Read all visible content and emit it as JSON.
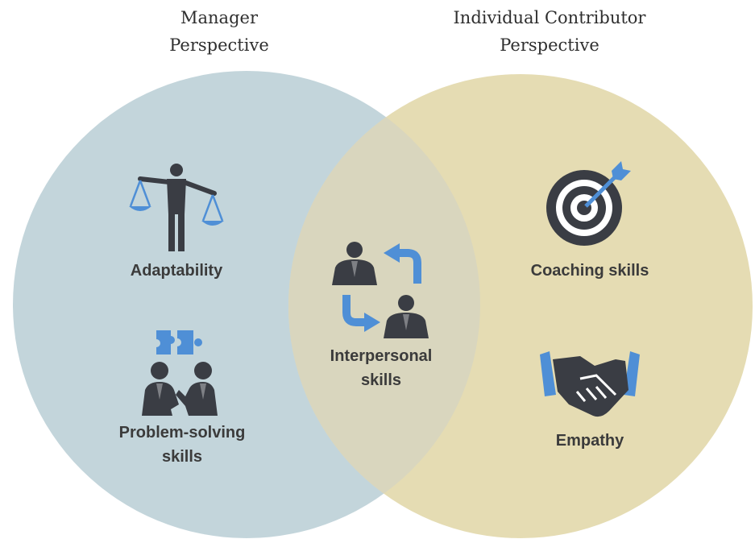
{
  "headers": {
    "manager": {
      "line1": "Manager",
      "line2": "Perspective"
    },
    "contributor": {
      "line1": "Individual Contributor",
      "line2": "Perspective"
    }
  },
  "skills": {
    "adaptability": "Adaptability",
    "problem_solving": {
      "line1": "Problem-solving",
      "line2": "skills"
    },
    "interpersonal": {
      "line1": "Interpersonal",
      "line2": "skills"
    },
    "coaching": "Coaching skills",
    "empathy": "Empathy"
  },
  "icons": {
    "adaptability": "scales-icon",
    "problem_solving": "puzzle-people-icon",
    "interpersonal": "exchange-people-icon",
    "coaching": "target-icon",
    "empathy": "handshake-icon"
  },
  "colors": {
    "manager_circle": "#c3d5db",
    "contributor_circle": "#e5dcb3",
    "overlap": "#d9d6be",
    "icon_dark": "#3a3d44",
    "icon_blue": "#4f8fd6",
    "text": "#3b3b3b"
  }
}
